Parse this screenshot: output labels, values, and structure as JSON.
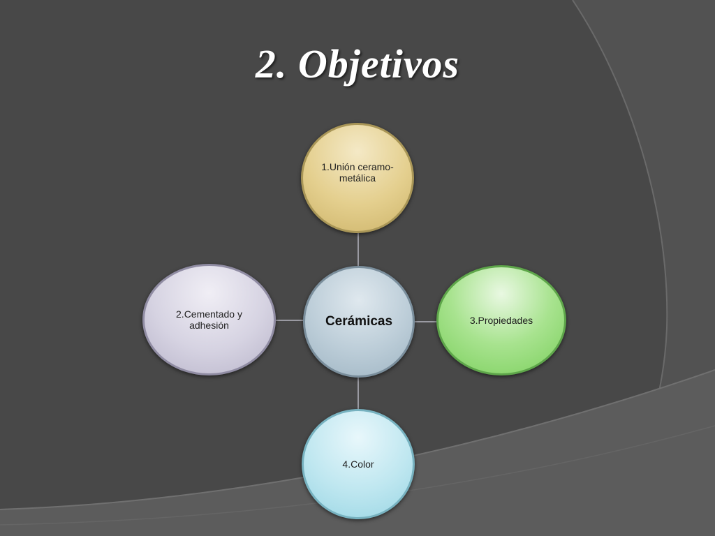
{
  "slide": {
    "title": "2. Objetivos"
  },
  "diagram": {
    "center": {
      "label": "Cerámicas"
    },
    "top": {
      "label": "1.Unión ceramo-metálica"
    },
    "left": {
      "label": "2.Cementado y adhesión"
    },
    "right": {
      "label": "3.Propiedades"
    },
    "bottom": {
      "label": "4.Color"
    }
  },
  "colors": {
    "background": "#484848",
    "title": "#ffffff",
    "center": "#bccdd8",
    "top": "#e4cf8e",
    "left": "#d6d3e2",
    "right": "#a8e38f",
    "bottom": "#bfe7f0"
  }
}
